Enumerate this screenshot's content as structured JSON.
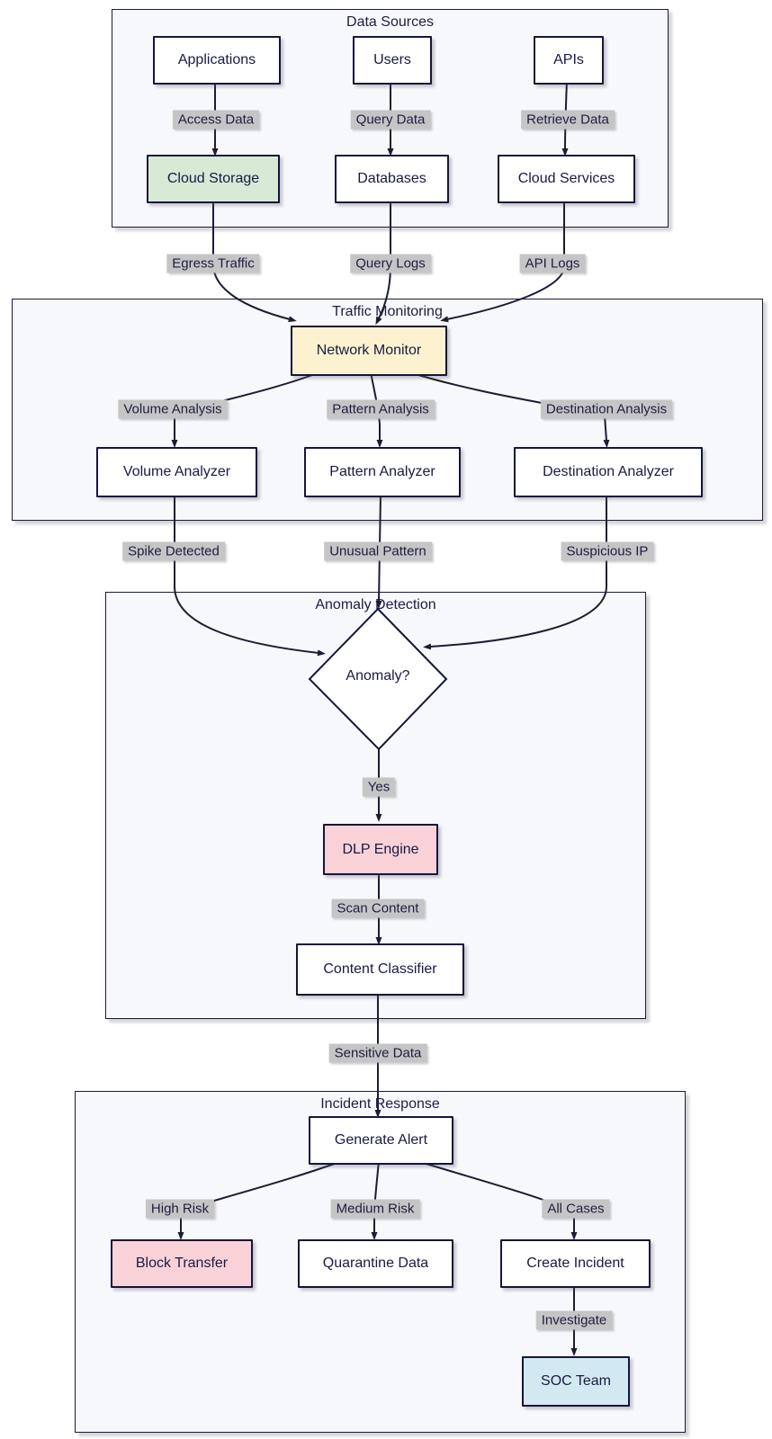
{
  "diagram_type": "flowchart",
  "subgraphs": {
    "data_sources": {
      "title": "Data Sources"
    },
    "traffic_monitoring": {
      "title": "Traffic Monitoring"
    },
    "anomaly_detection": {
      "title": "Anomaly Detection"
    },
    "incident_response": {
      "title": "Incident Response"
    }
  },
  "nodes": {
    "applications": {
      "label": "Applications",
      "fill": "#ffffff"
    },
    "users": {
      "label": "Users",
      "fill": "#ffffff"
    },
    "apis": {
      "label": "APIs",
      "fill": "#ffffff"
    },
    "cloud_storage": {
      "label": "Cloud Storage",
      "fill": "#d8ead6"
    },
    "databases": {
      "label": "Databases",
      "fill": "#ffffff"
    },
    "cloud_services": {
      "label": "Cloud Services",
      "fill": "#ffffff"
    },
    "network_monitor": {
      "label": "Network Monitor",
      "fill": "#fcf2cf"
    },
    "volume_analyzer": {
      "label": "Volume Analyzer",
      "fill": "#ffffff"
    },
    "pattern_analyzer": {
      "label": "Pattern Analyzer",
      "fill": "#ffffff"
    },
    "destination_analyzer": {
      "label": "Destination Analyzer",
      "fill": "#ffffff"
    },
    "anomaly": {
      "label": "Anomaly?",
      "fill": "#ffffff",
      "shape": "diamond"
    },
    "dlp_engine": {
      "label": "DLP Engine",
      "fill": "#f8d2d7"
    },
    "content_classifier": {
      "label": "Content Classifier",
      "fill": "#ffffff"
    },
    "generate_alert": {
      "label": "Generate Alert",
      "fill": "#ffffff"
    },
    "block_transfer": {
      "label": "Block Transfer",
      "fill": "#f8d2d7"
    },
    "quarantine_data": {
      "label": "Quarantine Data",
      "fill": "#ffffff"
    },
    "create_incident": {
      "label": "Create Incident",
      "fill": "#ffffff"
    },
    "soc_team": {
      "label": "SOC Team",
      "fill": "#d3e9f2"
    }
  },
  "edge_labels": {
    "access_data": "Access Data",
    "query_data": "Query Data",
    "retrieve_data": "Retrieve Data",
    "egress_traffic": "Egress Traffic",
    "query_logs": "Query Logs",
    "api_logs": "API Logs",
    "volume_analysis": "Volume Analysis",
    "pattern_analysis": "Pattern Analysis",
    "destination_analysis": "Destination Analysis",
    "spike_detected": "Spike Detected",
    "unusual_pattern": "Unusual Pattern",
    "suspicious_ip": "Suspicious IP",
    "yes": "Yes",
    "scan_content": "Scan Content",
    "sensitive_data": "Sensitive Data",
    "high_risk": "High Risk",
    "medium_risk": "Medium Risk",
    "all_cases": "All Cases",
    "investigate": "Investigate"
  },
  "edges": [
    {
      "from": "Applications",
      "to": "Cloud Storage",
      "label": "Access Data"
    },
    {
      "from": "Users",
      "to": "Databases",
      "label": "Query Data"
    },
    {
      "from": "APIs",
      "to": "Cloud Services",
      "label": "Retrieve Data"
    },
    {
      "from": "Cloud Storage",
      "to": "Network Monitor",
      "label": "Egress Traffic"
    },
    {
      "from": "Databases",
      "to": "Network Monitor",
      "label": "Query Logs"
    },
    {
      "from": "Cloud Services",
      "to": "Network Monitor",
      "label": "API Logs"
    },
    {
      "from": "Network Monitor",
      "to": "Volume Analyzer",
      "label": "Volume Analysis"
    },
    {
      "from": "Network Monitor",
      "to": "Pattern Analyzer",
      "label": "Pattern Analysis"
    },
    {
      "from": "Network Monitor",
      "to": "Destination Analyzer",
      "label": "Destination Analysis"
    },
    {
      "from": "Volume Analyzer",
      "to": "Anomaly?",
      "label": "Spike Detected"
    },
    {
      "from": "Pattern Analyzer",
      "to": "Anomaly?",
      "label": "Unusual Pattern"
    },
    {
      "from": "Destination Analyzer",
      "to": "Anomaly?",
      "label": "Suspicious IP"
    },
    {
      "from": "Anomaly?",
      "to": "DLP Engine",
      "label": "Yes"
    },
    {
      "from": "DLP Engine",
      "to": "Content Classifier",
      "label": "Scan Content"
    },
    {
      "from": "Content Classifier",
      "to": "Generate Alert",
      "label": "Sensitive Data"
    },
    {
      "from": "Generate Alert",
      "to": "Block Transfer",
      "label": "High Risk"
    },
    {
      "from": "Generate Alert",
      "to": "Quarantine Data",
      "label": "Medium Risk"
    },
    {
      "from": "Generate Alert",
      "to": "Create Incident",
      "label": "All Cases"
    },
    {
      "from": "Create Incident",
      "to": "SOC Team",
      "label": "Investigate"
    }
  ],
  "colors": {
    "background": "#ffffff",
    "subgraph_fill": "#f7f8fb",
    "node_border": "#15153d",
    "node_fill": "#ffffff",
    "edge_color": "#1c1c34",
    "edge_label_bg": "#c5c5c6",
    "text": "#1a1a44",
    "accent_green": "#d8ead6",
    "accent_yellow": "#fcf2cf",
    "accent_pink": "#f8d2d7",
    "accent_blue": "#d3e9f2"
  }
}
